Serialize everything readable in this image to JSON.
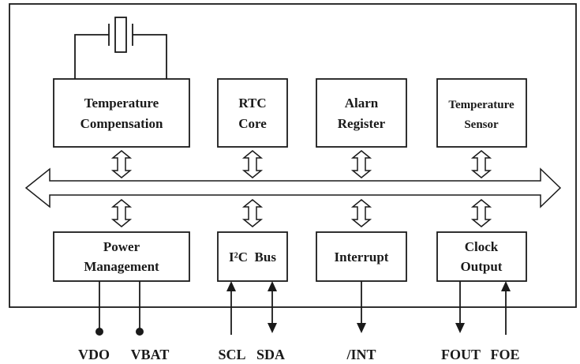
{
  "blocks": {
    "temp_comp": {
      "line1": "Temperature",
      "line2": "Compensation"
    },
    "rtc_core": {
      "line1": "RTC",
      "line2": "Core"
    },
    "alarm": {
      "line1": "Alarn",
      "line2": "Register"
    },
    "temp_sensor": {
      "line1": "Temperature",
      "line2": "Sensor"
    },
    "power": {
      "line1": "Power",
      "line2": "Management"
    },
    "i2c": {
      "label": "I²C  Bus"
    },
    "interrupt": {
      "label": "Interrupt"
    },
    "clock": {
      "line1": "Clock",
      "line2": "Output"
    }
  },
  "pins": {
    "vdo": "VDO",
    "vbat": "VBAT",
    "scl": "SCL",
    "sda": "SDA",
    "int": "/INT",
    "fout": "FOUT",
    "foe": "FOE"
  }
}
